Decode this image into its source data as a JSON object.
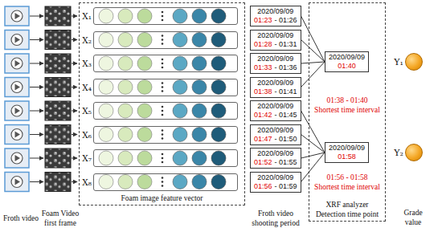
{
  "diagram": {
    "nodes": [
      {
        "text": [
          "Foam image feature vector"
        ]
      },
      {
        "text": [
          "X₁"
        ],
        "in": 0
      },
      {
        "text": [
          "X₂"
        ],
        "in": 0
      },
      {
        "text": [
          "X₃"
        ],
        "in": 0
      },
      {
        "text": [
          "X₄"
        ],
        "in": 0
      },
      {
        "text": [
          "X₅"
        ],
        "in": 0
      },
      {
        "text": [
          "X₆"
        ],
        "in": 0
      },
      {
        "text": [
          "X₇"
        ],
        "in": 0
      },
      {
        "text": [
          "X₈"
        ],
        "in": 0
      },
      {
        "text": [
          "2020/09/09",
          "01:23",
          "- 01:26"
        ]
      },
      {
        "text": [
          "2020/09/09",
          "01:28",
          "- 01:31"
        ]
      },
      {
        "text": [
          "2020/09/09",
          "01:33",
          "- 01:36"
        ]
      },
      {
        "text": [
          "2020/09/09",
          "01:38",
          "- 01:41"
        ]
      },
      {
        "text": [
          "2020/09/09",
          "01:42",
          "- 01:45"
        ]
      },
      {
        "text": [
          "2020/09/09",
          "01:47",
          "- 01:50"
        ]
      },
      {
        "text": [
          "2020/09/09",
          "01:52",
          "- 01:55"
        ]
      },
      {
        "text": [
          "2020/09/09",
          "01:56",
          "- 01:59"
        ]
      },
      {
        "text": [
          "XRF analyzer Detection time point"
        ]
      },
      {
        "text": [
          "2020/09/09",
          "01:40"
        ],
        "in": 17
      },
      {
        "text": [
          "2020/09/09",
          "01:58"
        ],
        "in": 17
      },
      {
        "text": [
          "Y₁"
        ]
      },
      {
        "text": [
          "Y₂"
        ]
      }
    ],
    "edges": [
      {
        "from": 9,
        "to": 18,
        "arrow": "none"
      },
      {
        "from": 10,
        "to": 18,
        "arrow": "none"
      },
      {
        "from": 11,
        "to": 18,
        "arrow": "none"
      },
      {
        "from": 12,
        "to": 18,
        "arrow": "none"
      },
      {
        "from": 13,
        "to": 19,
        "arrow": "none"
      },
      {
        "from": 14,
        "to": 19,
        "arrow": "none"
      },
      {
        "from": 15,
        "to": 19,
        "arrow": "none"
      },
      {
        "from": 16,
        "to": 19,
        "arrow": "none"
      }
    ],
    "labels": [
      "01:38 - 01:40",
      "Shortest time interval",
      "01:56 - 01:58",
      "Shortest time interval",
      "Froth video",
      "Foam Video first frame",
      "Froth video shooting period",
      "Grade value"
    ]
  }
}
